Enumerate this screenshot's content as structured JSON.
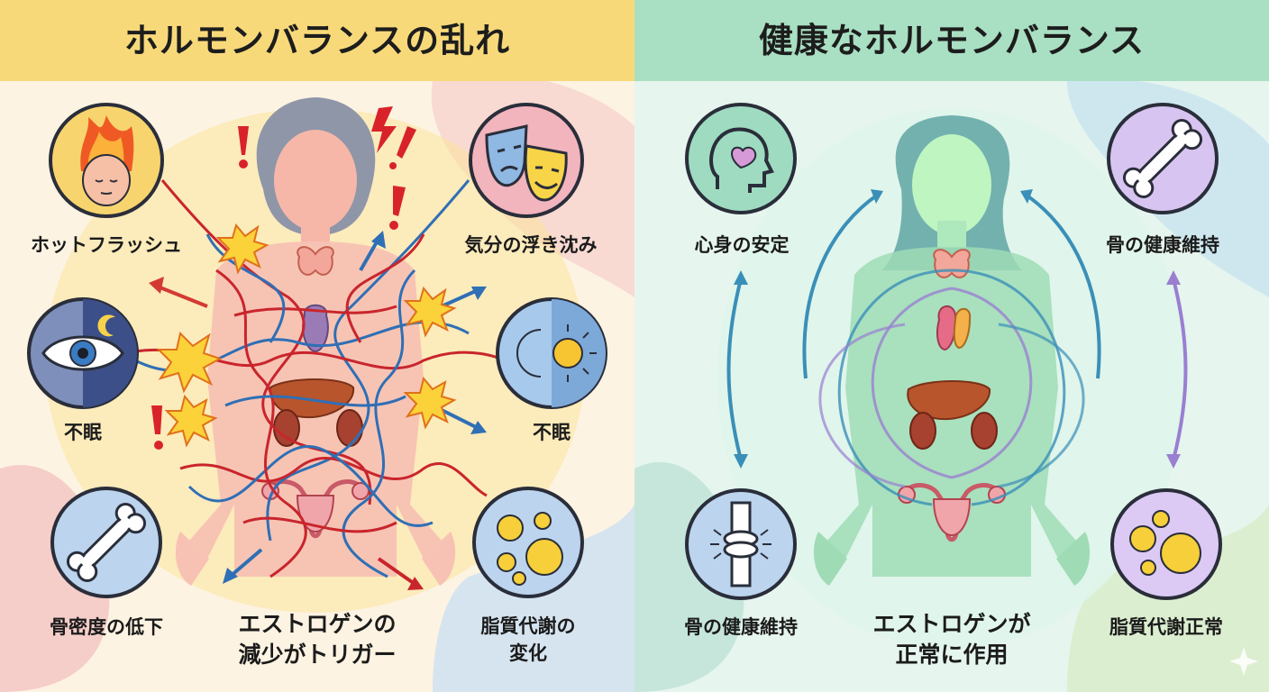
{
  "left": {
    "title": "ホルモンバランスの乱れ",
    "labels": {
      "hot_flash": "ホットフラッシュ",
      "mood_swings": "気分の浮き沈み",
      "insomnia_left": "不眠",
      "insomnia_right": "不眠",
      "bone_density": "骨密度の低下",
      "lipid_change_line1": "脂質代謝の",
      "lipid_change_line2": "変化",
      "estrogen_line1": "エストロゲンの",
      "estrogen_line2": "減少がトリガー"
    }
  },
  "right": {
    "title": "健康なホルモンバランス",
    "labels": {
      "mind_body": "心身の安定",
      "bone_health_top": "骨の健康維持",
      "bone_health_bottom": "骨の健康維持",
      "lipid_normal": "脂質代謝正常",
      "estrogen_line1": "エストロゲンが",
      "estrogen_line2": "正常に作用"
    }
  },
  "colors": {
    "left_banner": "#f8d97a",
    "right_banner": "#a9dfc2",
    "nerve_red": "#c9252c",
    "nerve_blue": "#2f6fb5",
    "flow_blue": "#3a8fb8",
    "flow_purple": "#9a7fd1"
  },
  "icons": [
    "fire-face-icon",
    "comedy-tragedy-masks-icon",
    "eye-moon-icon",
    "moon-sun-icon",
    "bone-icon",
    "fat-droplets-icon",
    "head-heart-icon",
    "joint-icon",
    "warning-icon",
    "lightning-icon"
  ]
}
